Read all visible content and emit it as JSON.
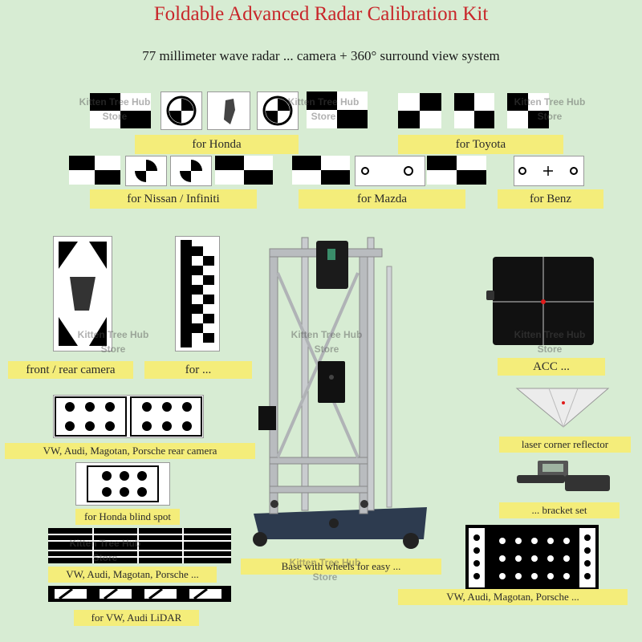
{
  "header": {
    "title": "Foldable Advanced Radar Calibration Kit",
    "subtitle": "77 millimeter wave radar ... camera + 360° surround view system"
  },
  "labels": {
    "honda": "for Honda",
    "toyota": "for Toyota",
    "nissan": "for Nissan / Infiniti",
    "mazda": "for Mazda",
    "benz": "for Benz",
    "rear_camera": "front / rear camera",
    "center_target": "for ...",
    "acc": "ACC ...",
    "vw_rear": "VW, Audi, Magotan, Porsche rear camera",
    "honda_blind": "for Honda blind spot",
    "vw_360": "VW, Audi, Magotan, Porsche ...",
    "vw_lidar": "for VW, Audi LiDAR",
    "base": "Base with wheels for easy ...",
    "laser_reflector": "laser corner reflector",
    "bracket": "... bracket set",
    "vw_bottom_right": "VW, Audi, Magotan, Porsche ..."
  },
  "watermark": {
    "line1": "Kitten Tree Hub",
    "line2": "Store"
  },
  "colors": {
    "background": "#d7ecd3",
    "title": "#c8262a",
    "label_bg": "#f4ed7a",
    "frame": "#b9bcbf",
    "laser": "#e01b1b"
  }
}
